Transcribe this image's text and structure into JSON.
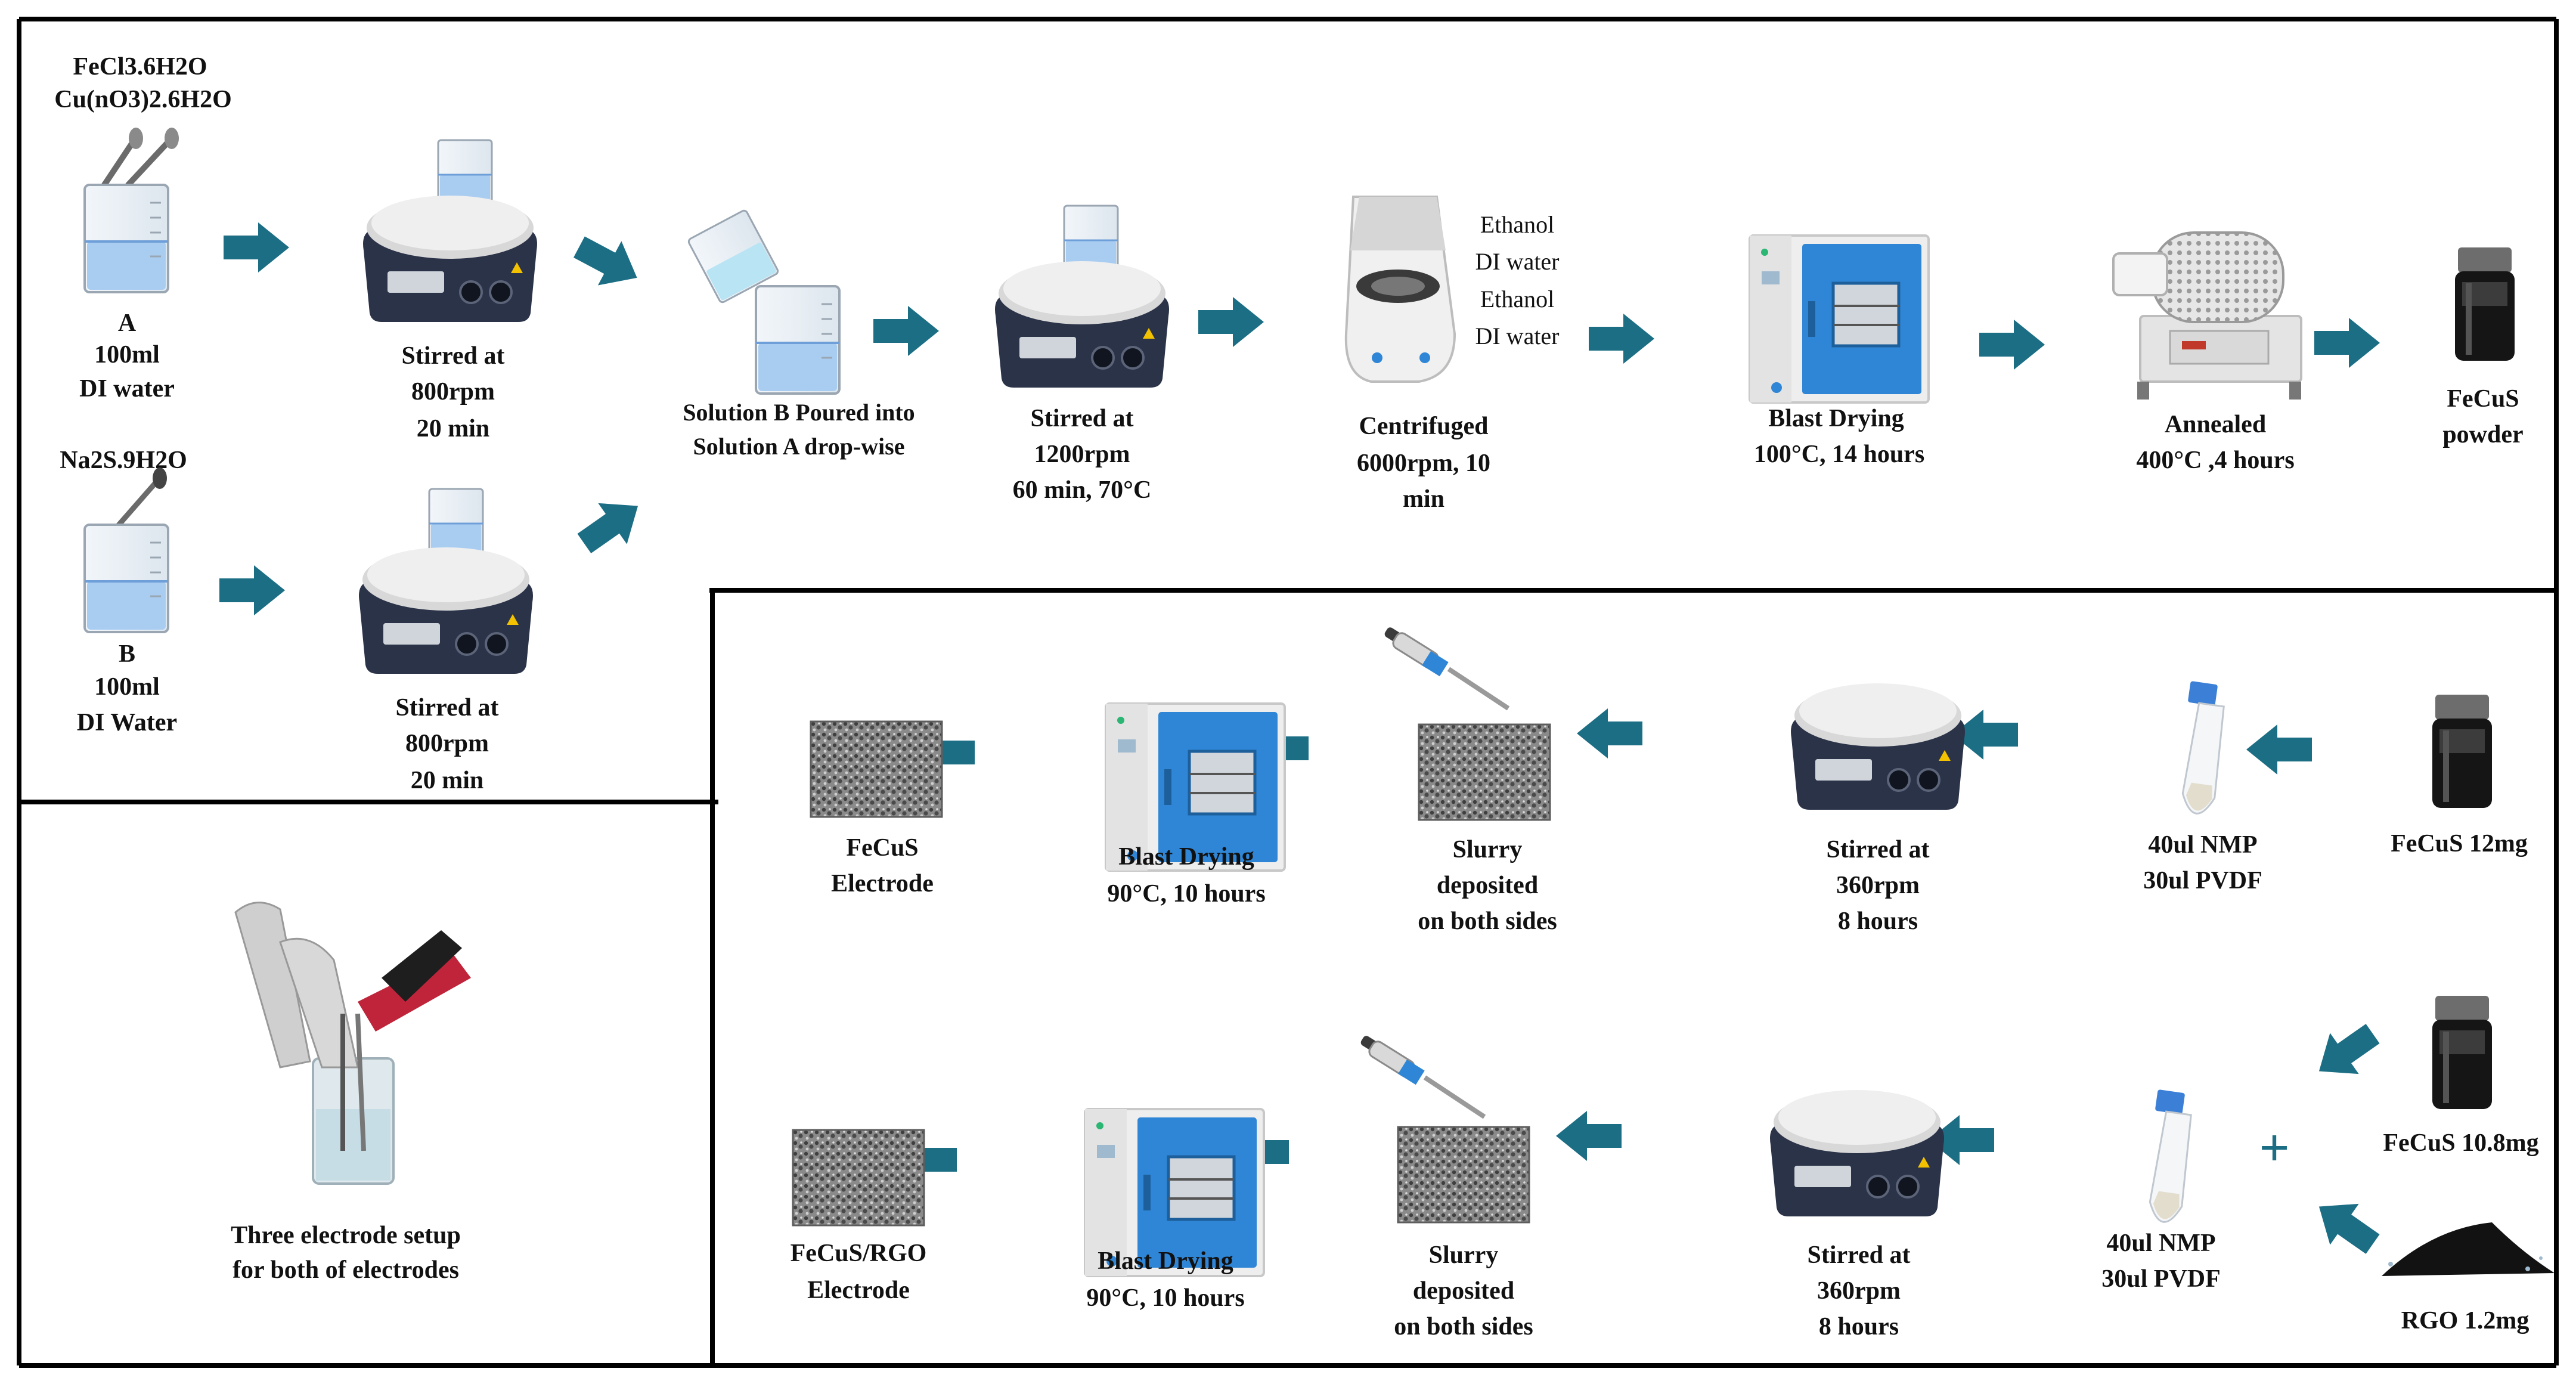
{
  "colors": {
    "arrow": "#1b6e84",
    "frame": "#000000",
    "liquid": "#a9cdf1",
    "liquid_dark": "#6f9fd8",
    "stirrer_body": "#2b3348",
    "stirrer_plate": "#e9e9e9",
    "oven_door": "#2f86d6",
    "foam": "#6d6d6d"
  },
  "top": {
    "reagent_a": [
      "FeCl3.6H2O",
      "Cu(nO3)2.6H2O"
    ],
    "beaker_a": [
      "A",
      "100ml",
      "DI water"
    ],
    "reagent_b": "Na2S.9H2O",
    "beaker_b": [
      "B",
      "100ml",
      "DI Water"
    ],
    "stir_a": [
      "Stirred at",
      "800rpm",
      "20 min"
    ],
    "stir_b": [
      "Stirred at",
      "800rpm",
      "20 min"
    ],
    "pour": [
      "Solution B Poured into",
      "Solution A drop-wise"
    ],
    "stir_c": [
      "Stirred at",
      "1200rpm",
      "60 min, 70°C"
    ],
    "wash": [
      "Ethanol",
      "DI water",
      "Ethanol",
      "DI water"
    ],
    "centrifuge": [
      "Centrifuged",
      "6000rpm, 10",
      "min"
    ],
    "dry": [
      "Blast Drying",
      "100°C, 14 hours"
    ],
    "anneal": [
      "Annealed",
      "400°C ,4 hours"
    ],
    "product": [
      "FeCuS",
      "powder"
    ]
  },
  "setup": [
    "Three electrode setup",
    "for both of electrodes"
  ],
  "row1": {
    "powder": "FeCuS  12mg",
    "binder": [
      "40ul NMP",
      "30ul PVDF"
    ],
    "stir": [
      "Stirred at",
      "360rpm",
      "8 hours"
    ],
    "slurry": [
      "Slurry",
      "deposited",
      "on both sides"
    ],
    "dry": [
      "Blast Drying",
      "90°C, 10 hours"
    ],
    "electrode": [
      "FeCuS",
      "Electrode"
    ]
  },
  "row2": {
    "powder": "FeCuS  10.8mg",
    "rgo": "RGO 1.2mg",
    "plus": "+",
    "binder": [
      "40ul NMP",
      "30ul PVDF"
    ],
    "stir": [
      "Stirred at",
      "360rpm",
      "8 hours"
    ],
    "slurry": [
      "Slurry",
      "deposited",
      "on both sides"
    ],
    "dry": [
      "Blast Drying",
      "90°C, 10 hours"
    ],
    "electrode": [
      "FeCuS/RGO",
      "Electrode"
    ]
  }
}
